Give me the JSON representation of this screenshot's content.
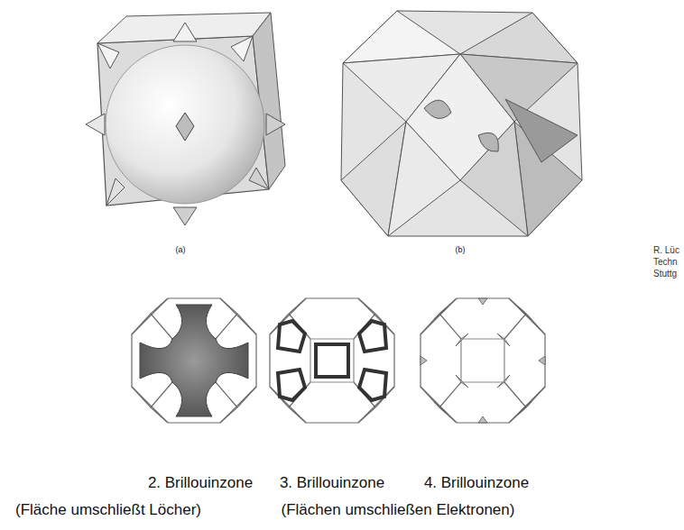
{
  "diagram": {
    "labels": [
      "(a)",
      "(b)",
      "R. Lüc",
      "Techn",
      "Stuttg",
      "2. Brillouinzone",
      "3. Brillouinzone",
      "4. Brillouinzone",
      "(Fläche umschließt Löcher)",
      "(Flächen umschließen Elektronen)"
    ]
  }
}
